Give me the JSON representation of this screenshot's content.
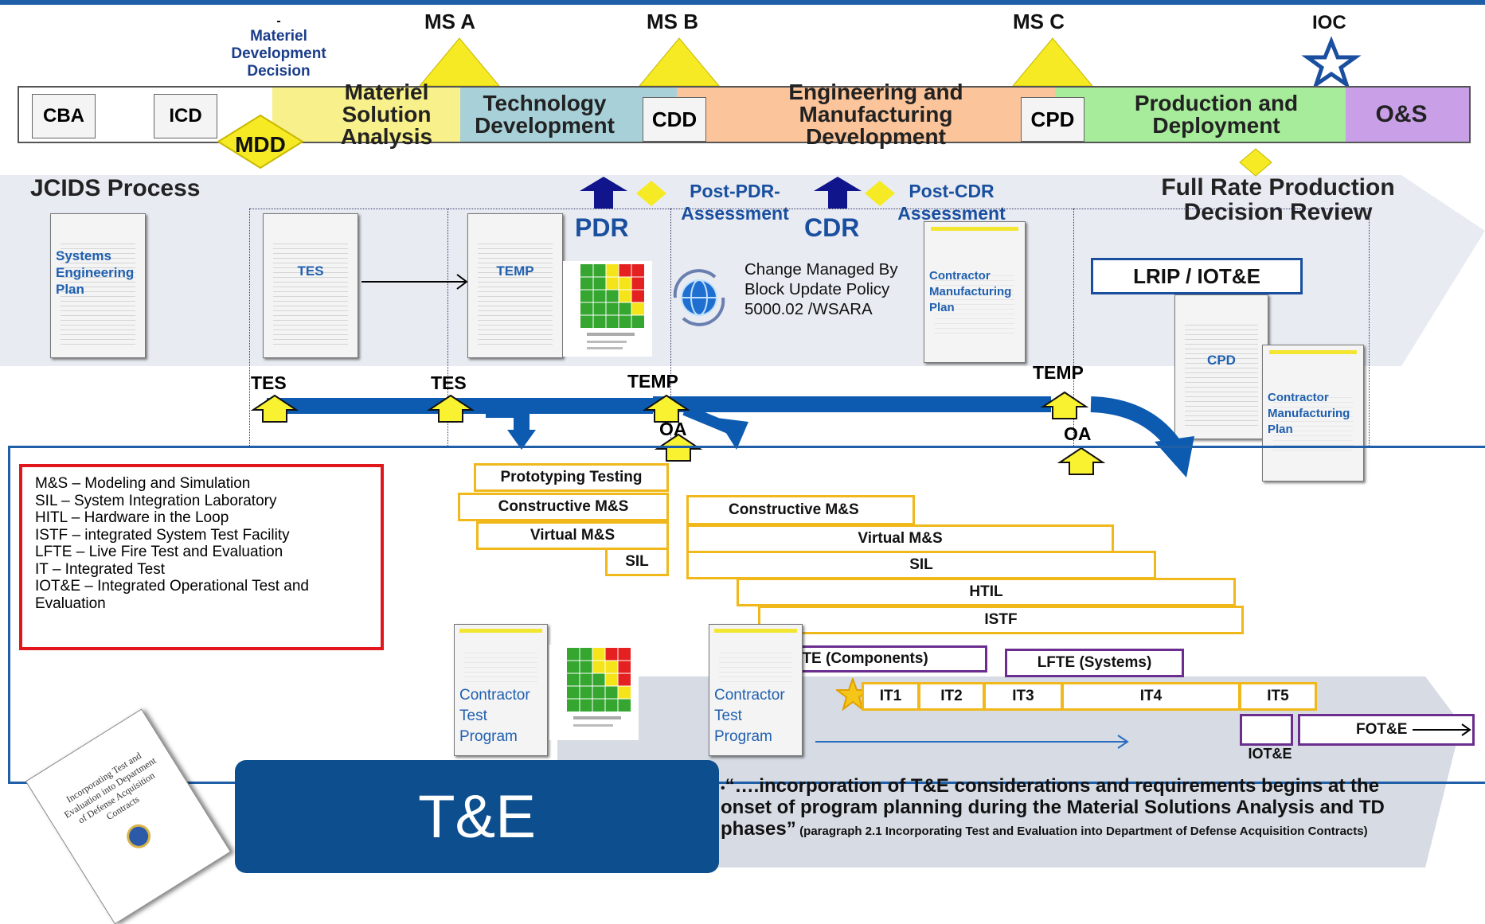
{
  "milestones": {
    "mdd_note_dash": "-",
    "mdd_note": "Materiel Development Decision",
    "ms_a": "MS A",
    "ms_b": "MS B",
    "ms_c": "MS C",
    "ioc": "IOC"
  },
  "phase_bar": {
    "cba": "CBA",
    "icd": "ICD",
    "mdd": "MDD",
    "msa": "Materiel Solution Analysis",
    "td": "Technology Development",
    "cdd": "CDD",
    "emd": "Engineering and Manufacturing Development",
    "cpd": "CPD",
    "pd": "Production and Deployment",
    "os": "O&S"
  },
  "reviews": {
    "jcids": "JCIDS Process",
    "post_pdr": "Post-PDR-Assessment",
    "post_cdr": "Post-CDR Assessment",
    "pdr": "PDR",
    "cdr": "CDR",
    "frp": "Full Rate Production Decision Review"
  },
  "documents": {
    "sep": "Systems Engineering Plan",
    "tes": "TES",
    "temp": "TEMP",
    "contractor_mfg_plan": "Contractor Manufacturing Plan",
    "lrip_iote": "LRIP / IOT&E",
    "cpd": "CPD",
    "contractor_test_program": "Contractor Test Program"
  },
  "change_note": "Change Managed By Block Update Policy 5000.02 /WSARA",
  "timeline_labels": {
    "tes1": "TES",
    "tes2": "TES",
    "temp1": "TEMP",
    "temp2": "TEMP",
    "oa1": "OA",
    "oa2": "OA"
  },
  "legend": [
    "M&S – Modeling and Simulation",
    "SIL – System Integration Laboratory",
    "HITL – Hardware in the Loop",
    "ISTF – integrated System Test Facility",
    "LFTE – Live Fire Test and Evaluation",
    "IT – Integrated Test",
    "IOT&E – Integrated Operational Test and Evaluation"
  ],
  "activities": {
    "prototyping": "Prototyping Testing",
    "constructive_ms_1": "Constructive M&S",
    "virtual_ms_1": "Virtual M&S",
    "sil_1": "SIL",
    "constructive_ms_2": "Constructive M&S",
    "virtual_ms_2": "Virtual M&S",
    "sil_2": "SIL",
    "htil": "HTIL",
    "istf": "ISTF",
    "lfte_components": "LFTE (Components)",
    "lfte_systems": "LFTE (Systems)",
    "it1": "IT1",
    "it2": "IT2",
    "it3": "IT3",
    "it4": "IT4",
    "it5": "IT5",
    "iote": "IOT&E",
    "fote": "FOT&E"
  },
  "bottom": {
    "te": "T&E",
    "quote_main": "“….incorporation of T&E considerations and requirements begins at the onset of program planning during the Material Solutions Analysis  and TD phases”",
    "quote_cite": "(paragraph 2.1 Incorporating Test and Evaluation into Department of Defense Acquisition Contracts)",
    "cover_title": "Incorporating Test and Evaluation into Department of Defense Acquisition Contracts"
  },
  "colors": {
    "top_rule": "#1f5fa8",
    "msa": "#f8f08a",
    "td": "#a8d0d8",
    "emd": "#fbc49a",
    "pd": "#a6ec9a",
    "os": "#c9a0e8",
    "milestone": "#f5ea23",
    "arrow_blue": "#0d5bb0",
    "activity_border": "#f0b81a",
    "lfte_border": "#6b2d8e",
    "legend_border": "#e2171b",
    "te_box": "#0d4f8e"
  }
}
